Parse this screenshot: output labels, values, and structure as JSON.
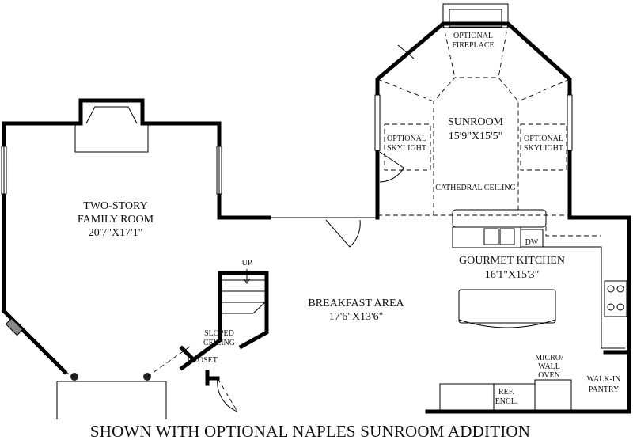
{
  "rooms": {
    "family_room": {
      "name_line1": "TWO-STORY",
      "name_line2": "FAMILY ROOM",
      "dimensions": "20'7\"X17'1\""
    },
    "sunroom": {
      "name": "SUNROOM",
      "dimensions": "15'9\"X15'5\"",
      "ceiling_note": "CATHEDRAL CEILING"
    },
    "breakfast_area": {
      "name": "BREAKFAST AREA",
      "dimensions": "17'6\"X13'6\""
    },
    "kitchen": {
      "name": "GOURMET KITCHEN",
      "dimensions": "16'1\"X15'3\""
    }
  },
  "features": {
    "fireplace_line1": "OPTIONAL",
    "fireplace_line2": "FIREPLACE",
    "skylight_left_line1": "OPTIONAL",
    "skylight_left_line2": "SKYLIGHT",
    "skylight_right_line1": "OPTIONAL",
    "skylight_right_line2": "SKYLIGHT",
    "stairs_up": "UP",
    "sloped_ceiling_line1": "SLOPED",
    "sloped_ceiling_line2": "CEILING",
    "closet": "CLOSET",
    "dishwasher": "DW",
    "micro_wall_oven_line1": "MICRO/",
    "micro_wall_oven_line2": "WALL",
    "micro_wall_oven_line3": "OVEN",
    "ref_encl_line1": "REF.",
    "ref_encl_line2": "ENCL.",
    "walk_in_pantry_line1": "WALK-IN",
    "walk_in_pantry_line2": "PANTRY"
  },
  "caption": "SHOWN WITH OPTIONAL NAPLES SUNROOM ADDITION"
}
